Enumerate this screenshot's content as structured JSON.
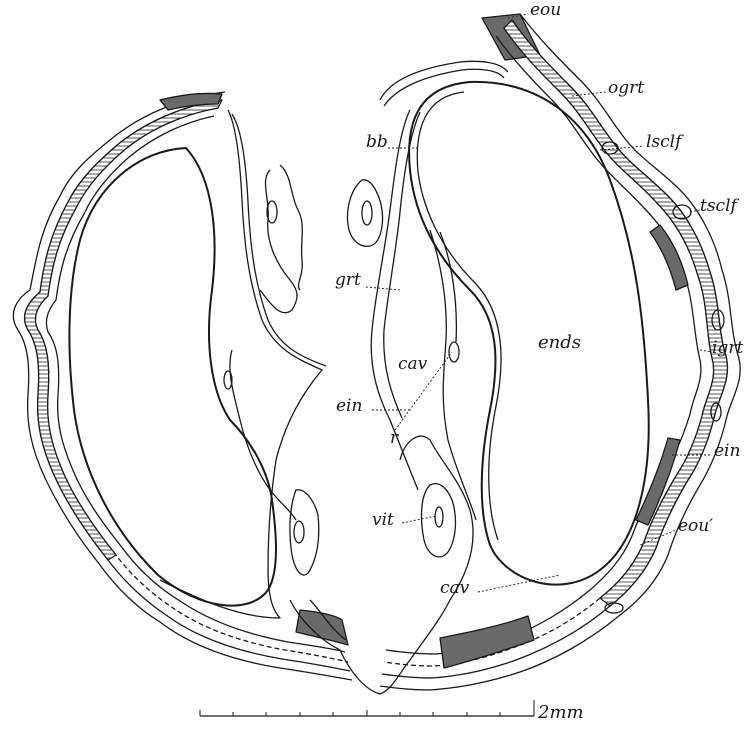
{
  "labels": {
    "eou": "eou",
    "ogrt": "ogrt",
    "lsclf": "lsclf",
    "tsclf": "tsclf",
    "igrt": "igrt",
    "ein_right": "ein",
    "eou_prime": "eou′",
    "bb": "bb",
    "grt": "grt",
    "ends": "ends",
    "cav_upper": "cav",
    "ein_left": "ein",
    "r": "r",
    "vit": "vit",
    "cav_lower": "cav"
  },
  "scale_bar": {
    "label": "2mm"
  },
  "colors": {
    "ink": "#1a1a1a",
    "hatch": "#555555",
    "paper": "#ffffff"
  }
}
